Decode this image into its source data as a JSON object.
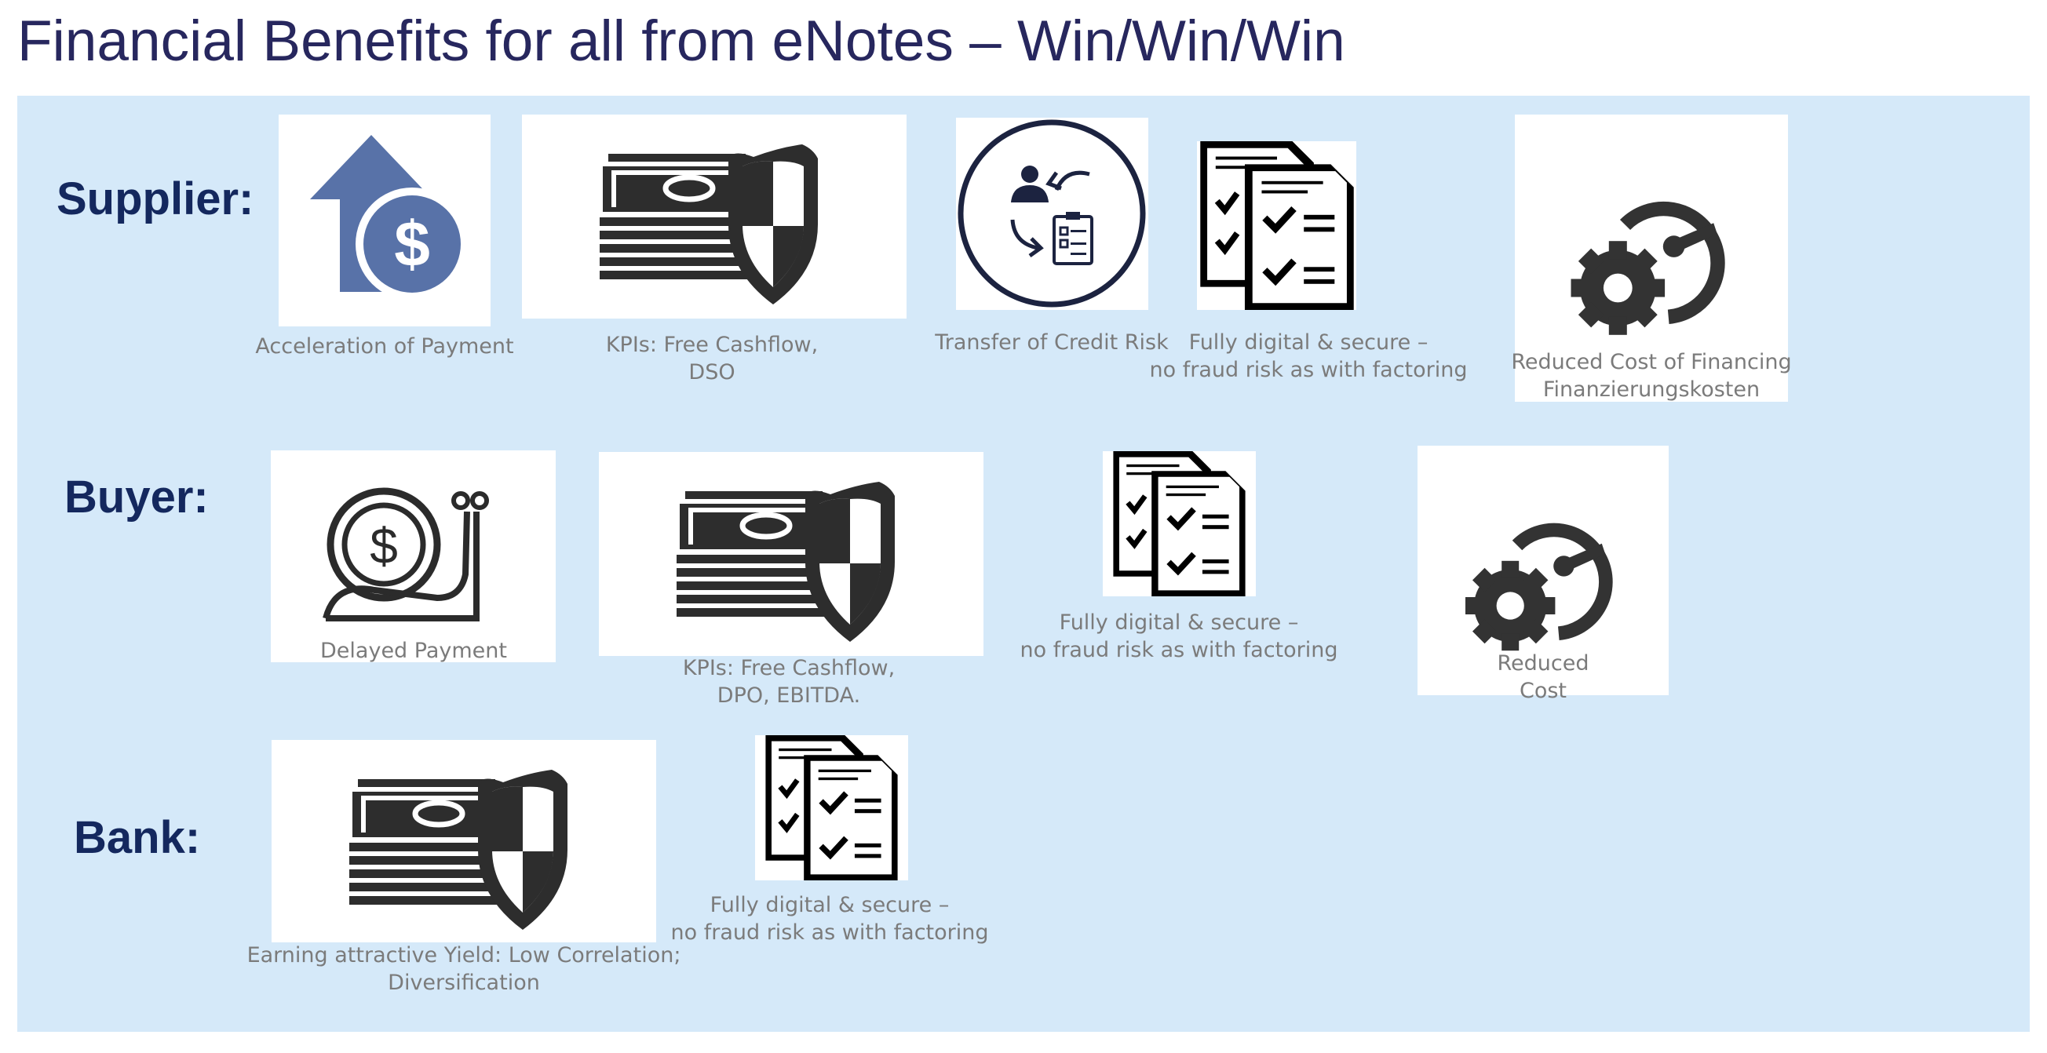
{
  "page": {
    "title": "Financial Benefits for all from eNotes – Win/Win/Win",
    "background_color": "#d5e9f9"
  },
  "rows": {
    "supplier": {
      "label": "Supplier:",
      "items": [
        {
          "icon": "payment-acceleration-icon",
          "caption": [
            "Acceleration of Payment"
          ]
        },
        {
          "icon": "cash-shield-icon",
          "caption": [
            "KPIs: Free Cashflow,",
            "DSO"
          ]
        },
        {
          "icon": "credit-risk-transfer-icon",
          "caption": [
            "Transfer of Credit Risk"
          ]
        },
        {
          "icon": "checked-documents-icon",
          "caption": [
            "Fully digital & secure –",
            "no fraud risk as with factoring"
          ]
        },
        {
          "icon": "gear-gauge-icon",
          "caption": [
            "Reduced Cost of Financing",
            "Finanzierungskosten"
          ]
        }
      ]
    },
    "buyer": {
      "label": "Buyer:",
      "items": [
        {
          "icon": "snail-coin-icon",
          "caption": [
            "Delayed Payment"
          ]
        },
        {
          "icon": "cash-shield-icon",
          "caption": [
            "KPIs: Free Cashflow,",
            "DPO, EBITDA."
          ]
        },
        {
          "icon": "checked-documents-icon",
          "caption": [
            "Fully digital & secure –",
            "no fraud risk as with factoring"
          ]
        },
        {
          "icon": "gear-gauge-icon",
          "caption": [
            "Reduced",
            "Cost"
          ]
        }
      ]
    },
    "bank": {
      "label": "Bank:",
      "items": [
        {
          "icon": "cash-shield-icon",
          "caption": [
            "Earning attractive Yield: Low Correlation;",
            "Diversification"
          ]
        },
        {
          "icon": "checked-documents-icon",
          "caption": [
            "Fully digital & secure –",
            "no fraud risk as with factoring"
          ]
        }
      ]
    }
  }
}
